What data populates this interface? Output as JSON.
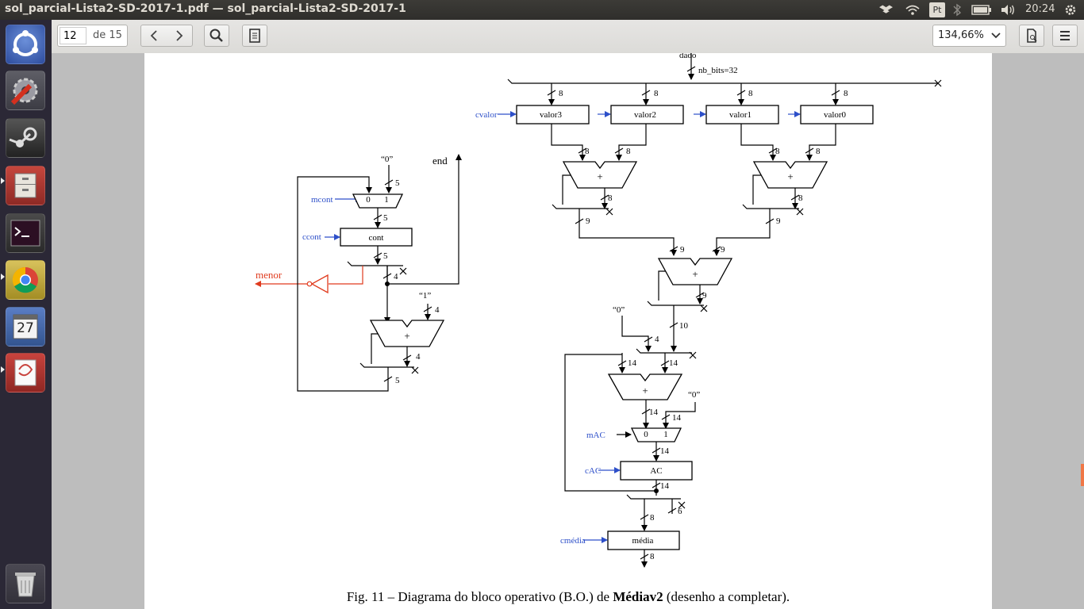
{
  "window": {
    "title": "sol_parcial-Lista2-SD-2017-1.pdf — sol_parcial-Lista2-SD-2017-1",
    "clock": "20:24",
    "indicator_icons": [
      "dropbox-icon",
      "wifi-icon",
      "keyboard-pt-indicator",
      "bluetooth-icon",
      "battery-icon",
      "volume-icon",
      "power-gear-icon"
    ],
    "keyboard_layout": "Pt"
  },
  "launcher": {
    "items": [
      {
        "name": "ubuntu-dash"
      },
      {
        "name": "system-settings"
      },
      {
        "name": "steam"
      },
      {
        "name": "files"
      },
      {
        "name": "terminal"
      },
      {
        "name": "chrome"
      },
      {
        "name": "calendar",
        "text": "27"
      },
      {
        "name": "document-viewer"
      },
      {
        "name": "trash"
      }
    ]
  },
  "toolbar": {
    "page_current": "12",
    "page_total": "de 15",
    "zoom": "134,66%"
  },
  "diagram": {
    "input_label": "dado",
    "bus_width_label": "nb_bits=32",
    "registers": [
      "valor3",
      "valor2",
      "valor1",
      "valor0"
    ],
    "control_signals": {
      "cvalor": "cvalor",
      "mcont": "mcont",
      "ccont": "ccont",
      "mAC": "mAC",
      "cAC": "cAC",
      "cmedia": "cmédia"
    },
    "counter_register": "cont",
    "accumulator_register": "AC",
    "media_register": "média",
    "status_output": "end",
    "menor_label": "menor",
    "plus_sign": "+",
    "mux_in0": "0",
    "mux_in1": "1",
    "const_zero": "“0”",
    "const_one": "“1”",
    "widths": {
      "w8": "8",
      "w9": "9",
      "w10": "10",
      "w4": "4",
      "w14": "14",
      "w6": "6",
      "w5": "5"
    }
  },
  "caption": {
    "prefix": "Fig. 11 – Diagrama do bloco operativo (B.O.) de ",
    "bold": "Médiav2",
    "suffix": " (desenho a completar)."
  }
}
